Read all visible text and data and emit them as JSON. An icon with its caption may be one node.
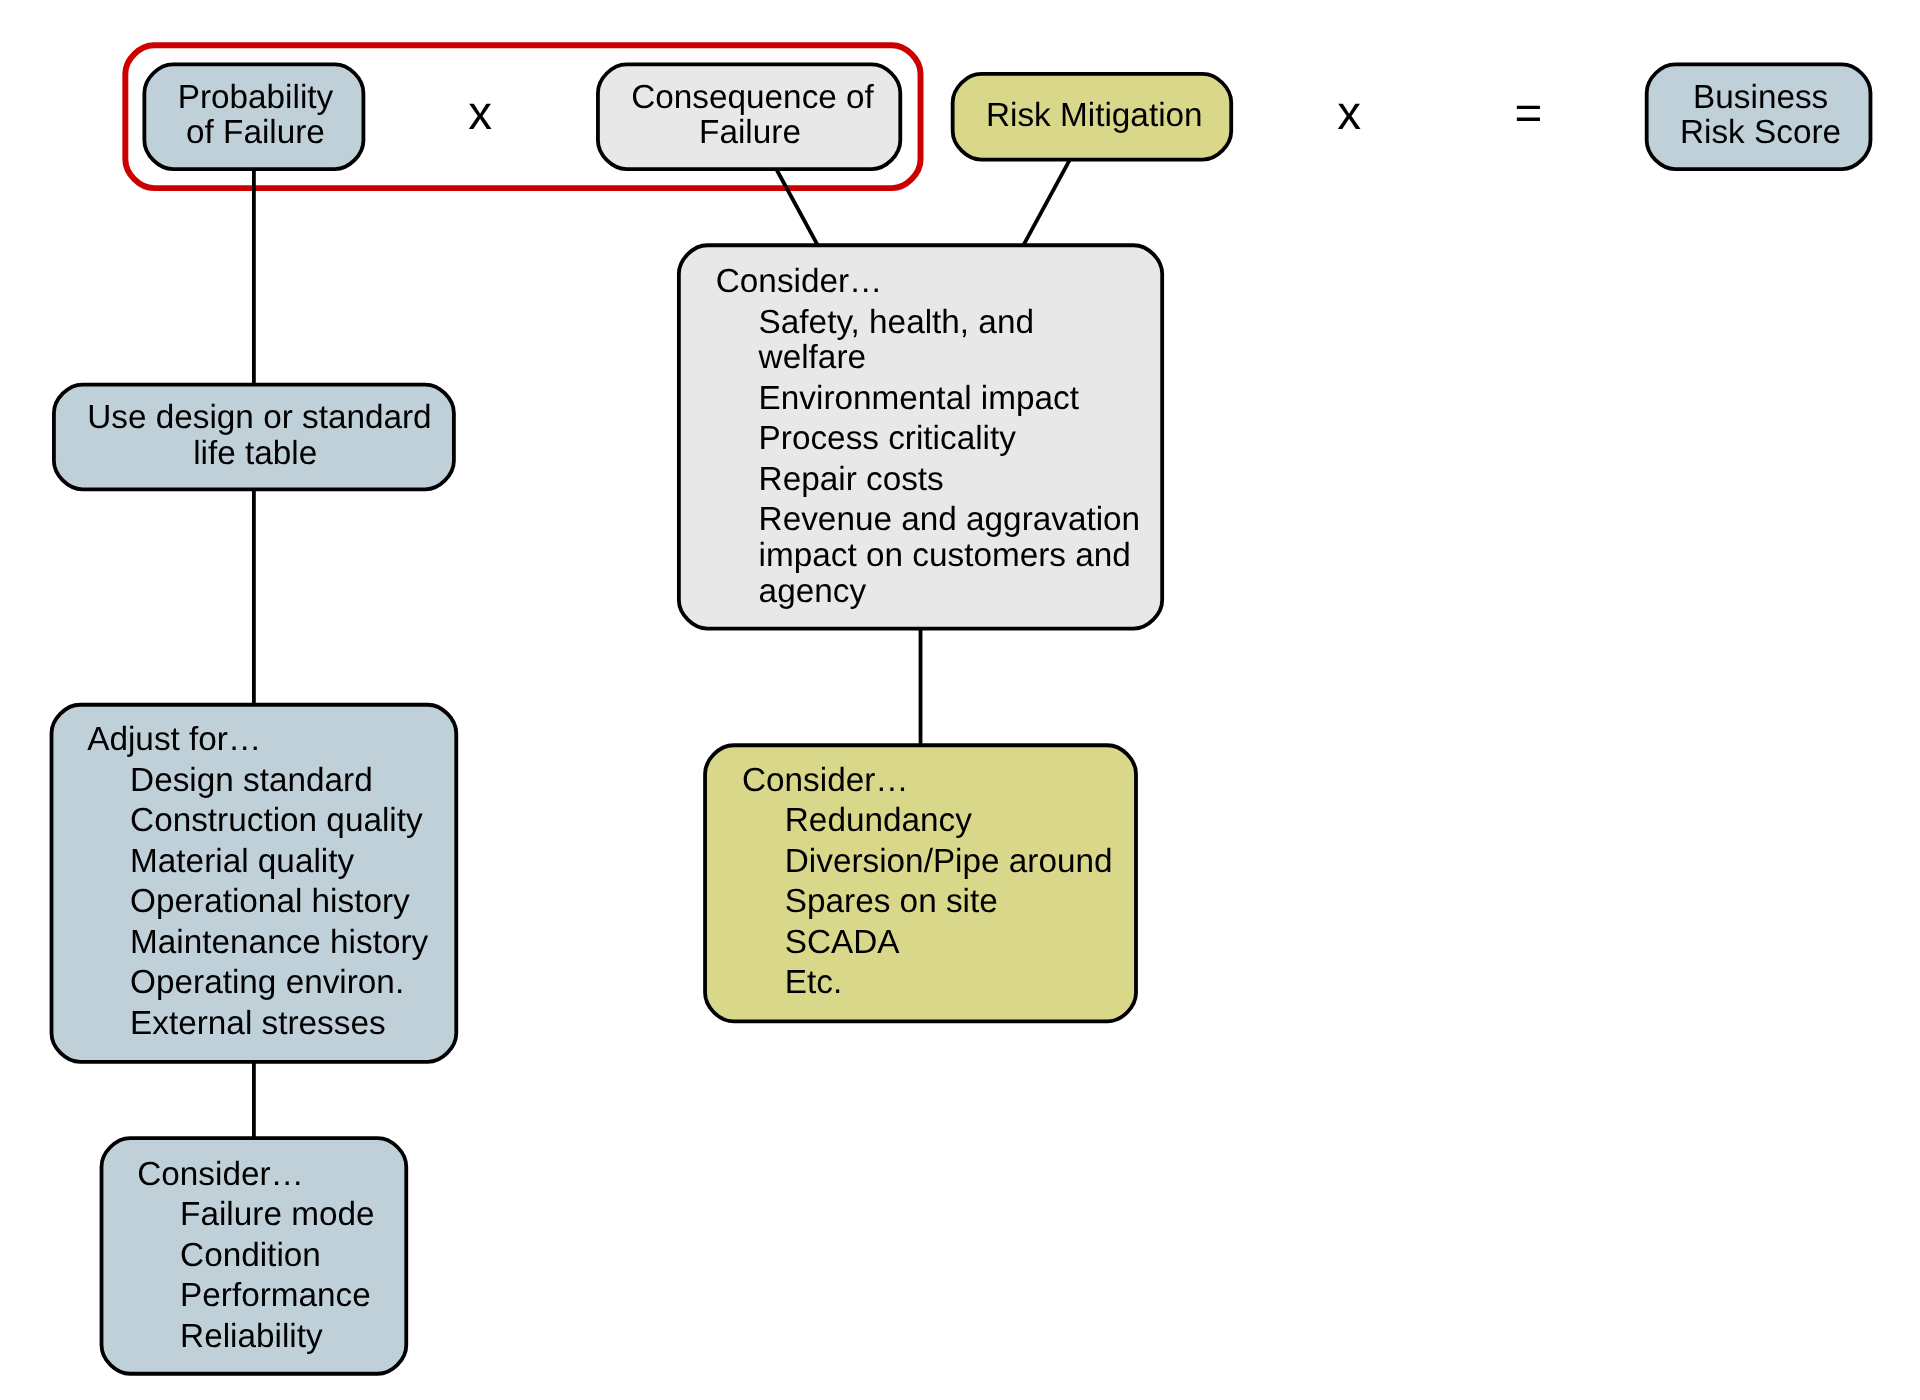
{
  "diagram": {
    "nodes": [
      {
        "text": [],
        "shape": "box"
      },
      {
        "text": [
          "Probability of Failure"
        ],
        "in": 0
      },
      {
        "text": [
          "Consequence of Failure"
        ],
        "in": 0
      },
      {
        "text": [
          "Risk Mitigation"
        ]
      },
      {
        "text": [
          "Business Risk Score"
        ]
      },
      {
        "text": [
          "Use design or standard life table"
        ]
      },
      {
        "text": [
          "Adjust for…",
          "Design standard",
          "Construction quality",
          "Material quality",
          "Operational history",
          "Maintenance history",
          "Operating environ.",
          "External stresses"
        ]
      },
      {
        "text": [
          "Consider…",
          "Safety, health, and welfare",
          "Environmental impact",
          "Process criticality",
          "Repair costs",
          "Revenue and aggravation impact on customers and agency"
        ]
      },
      {
        "text": [
          "Consider…",
          "Failure mode",
          "Condition",
          "Performance",
          "Reliability"
        ]
      },
      {
        "text": [
          "Consider…",
          "Redundancy",
          "Diversion/Pipe around",
          "Spares on site",
          "SCADA",
          "Etc."
        ]
      }
    ],
    "edges": [
      {
        "from": 1,
        "to": 5,
        "arrow": "none"
      },
      {
        "from": 5,
        "to": 6,
        "arrow": "none"
      },
      {
        "from": 6,
        "to": 8,
        "arrow": "none"
      },
      {
        "from": 2,
        "to": 7,
        "arrow": "none"
      },
      {
        "from": 3,
        "to": 7,
        "arrow": "none"
      },
      {
        "from": 7,
        "to": 9,
        "arrow": "none"
      }
    ],
    "labels": [
      "x",
      "x",
      "="
    ]
  }
}
